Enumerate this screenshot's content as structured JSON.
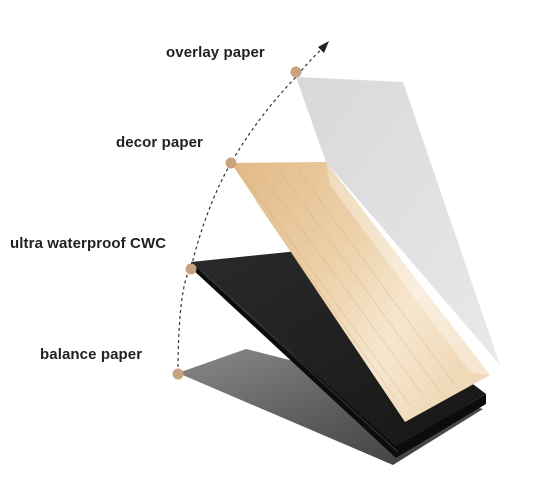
{
  "layers": [
    {
      "id": "overlay",
      "label": "overlay paper"
    },
    {
      "id": "decor",
      "label": "decor paper"
    },
    {
      "id": "core",
      "label": "ultra waterproof CWC"
    },
    {
      "id": "balance",
      "label": "balance paper"
    }
  ],
  "colors": {
    "overlay_sheet": "#d9d9db",
    "decor_light": "#f4e3c8",
    "decor_dark": "#e2b986",
    "core_top": "#1e1e1e",
    "core_edge": "#0c0c0c",
    "balance_dark": "#3a3a3a",
    "balance_light": "#8a8a8a",
    "marker_dot": "#c9a27e",
    "arc": "#333333",
    "label_text": "#222222"
  }
}
